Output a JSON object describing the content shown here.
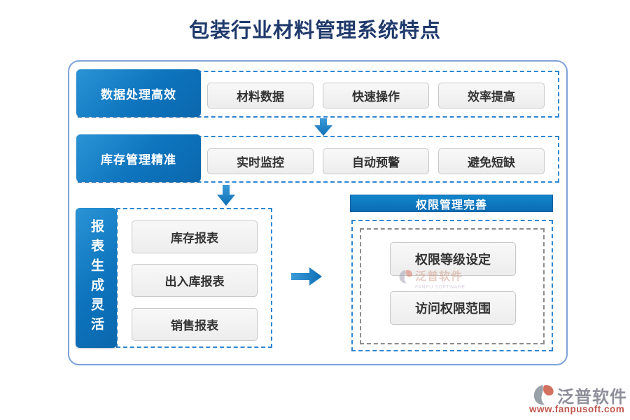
{
  "title": "包装行业材料管理系统特点",
  "rows": [
    {
      "label": "数据处理高效",
      "items": [
        "材料数据",
        "快速操作",
        "效率提高"
      ]
    },
    {
      "label": "库存管理精准",
      "items": [
        "实时监控",
        "自动预警",
        "避免短缺"
      ]
    },
    {
      "label": "报表生成灵活",
      "items": [
        "库存报表",
        "出入库报表",
        "销售报表"
      ]
    }
  ],
  "permission_section": {
    "header": "权限管理完善",
    "items": [
      "权限等级设定",
      "访问权限范围"
    ]
  },
  "watermark": {
    "name": "泛普软件",
    "subtitle": "FANPU SOFTWARE"
  },
  "footer_logo": {
    "name": "泛普软件",
    "url": "www.fanpusoft.com"
  },
  "colors": {
    "primary_blue": "#0d74bd",
    "dashed_border_blue": "#2e86d2",
    "dashed_border_gray": "#8c8c8c",
    "outer_border": "#7fa3da",
    "title_text": "#203a6c",
    "chip_bg": "#f1f1f1",
    "chip_text": "#333333",
    "logo_gray": "#8f8f9b",
    "logo_red": "#c0574f"
  }
}
